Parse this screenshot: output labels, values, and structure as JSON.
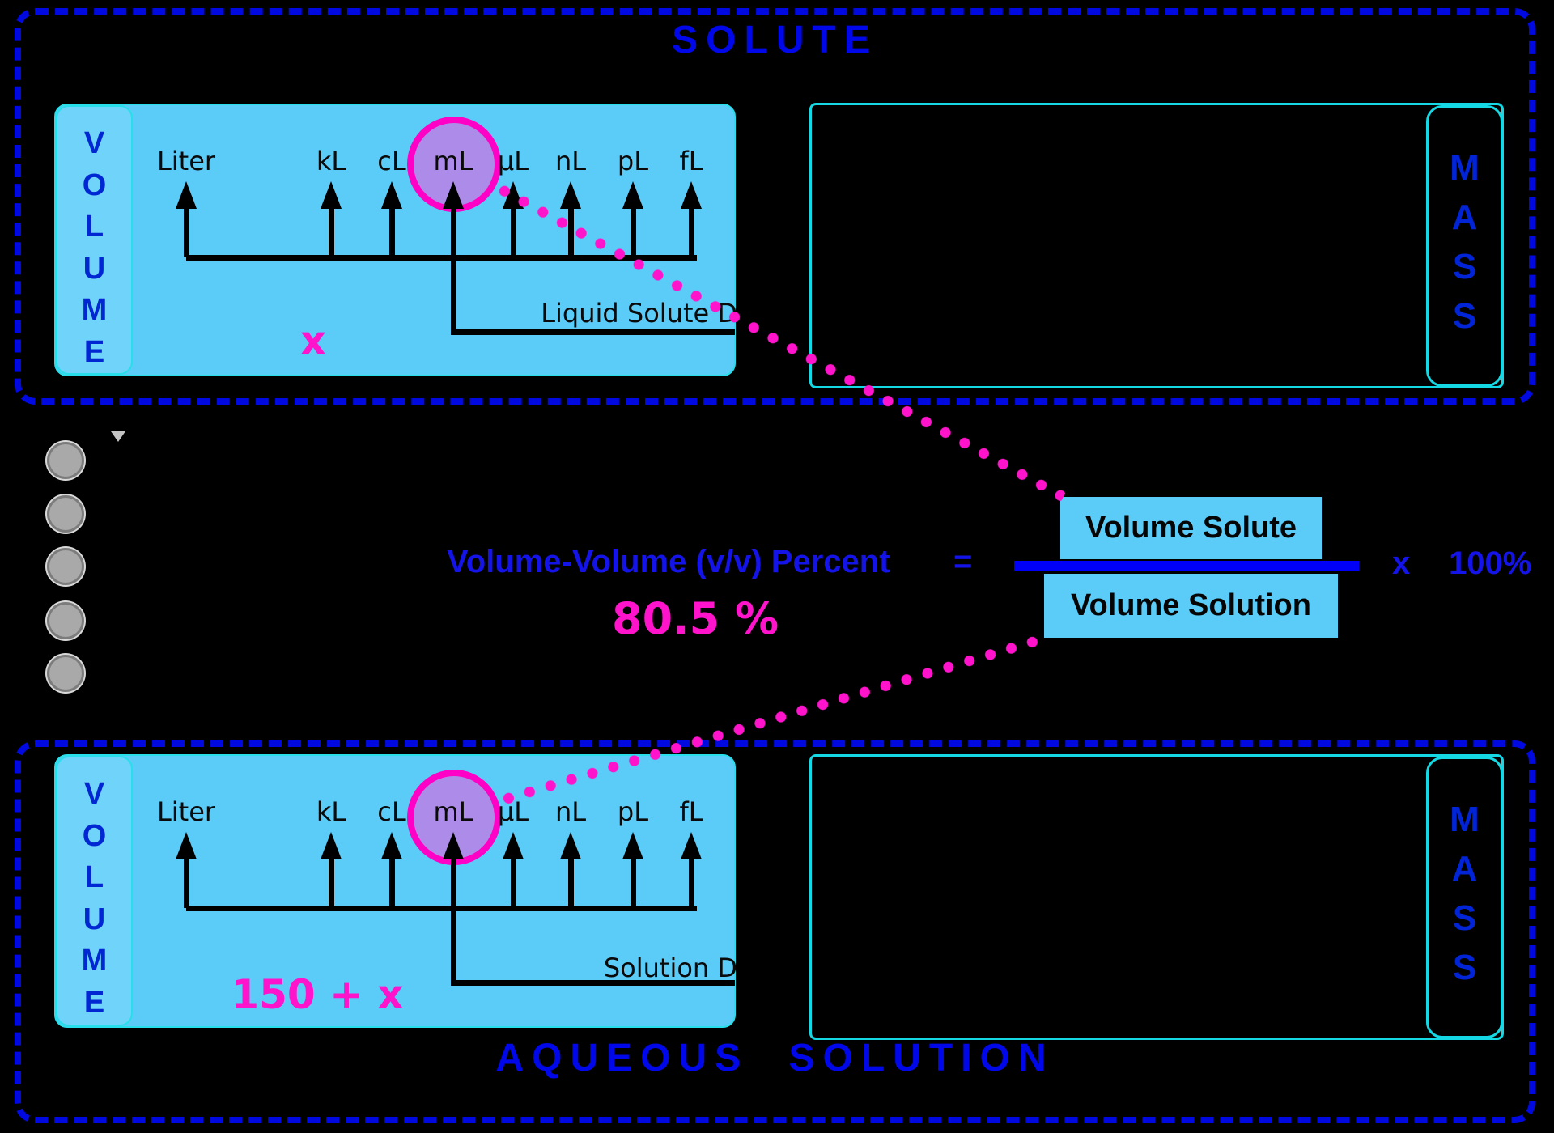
{
  "solute_section": {
    "title": "SOLUTE",
    "volume_label": "VOLUME",
    "mass_label": "MASS",
    "units": [
      "Liter",
      "kL",
      "cL",
      "mL",
      "µL",
      "nL",
      "pL",
      "fL"
    ],
    "highlighted_unit": "mL",
    "quantity": "x",
    "density_label": "Liquid Solute D"
  },
  "solution_section": {
    "title": "AQUEOUS SOLUTION",
    "volume_label": "VOLUME",
    "mass_label": "MASS",
    "units": [
      "Liter",
      "kL",
      "cL",
      "mL",
      "µL",
      "nL",
      "pL",
      "fL"
    ],
    "highlighted_unit": "mL",
    "quantity": "150 + x",
    "density_label": "Solution D"
  },
  "formula": {
    "name": "Volume-Volume (v/v) Percent",
    "equals": "=",
    "numerator": "Volume Solute",
    "denominator": "Volume Solution",
    "times": "x",
    "percent": "100%",
    "result": "80.5 %"
  },
  "colors": {
    "accent_blue": "#0008EA",
    "panel_blue": "#5BCBF7",
    "magenta": "#FF14CC",
    "circle_fill": "#AC8CE8",
    "circle_stroke": "#FF00C6",
    "cyan_border": "#14D8E4"
  }
}
